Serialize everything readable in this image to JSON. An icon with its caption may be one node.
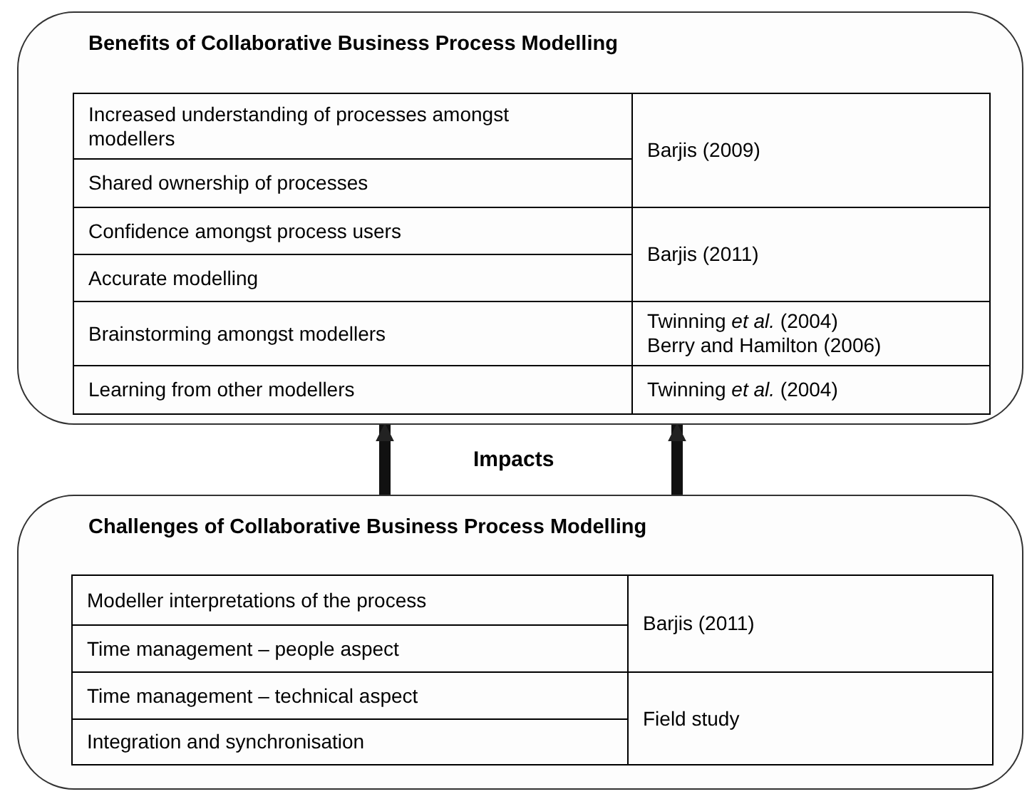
{
  "diagram": {
    "nodes": [
      {
        "text": [
          "Benefits of Collaborative Business Process Modelling"
        ]
      },
      {
        "text": [
          "Challenges of Collaborative Business Process Modelling"
        ]
      }
    ],
    "edges": [
      {
        "from": 1,
        "to": 0,
        "arrow": "to"
      },
      {
        "from": 1,
        "to": 0,
        "arrow": "to"
      }
    ],
    "labels": [
      "Increased understanding of processes amongst modellers",
      "Barjis (2009)",
      "Shared ownership of processes",
      "Confidence amongst process users",
      "Barjis (2011)",
      "Accurate modelling",
      "Brainstorming amongst modellers",
      "Twinning *et al.* (2004)",
      "Berry and Hamilton (2006)",
      "Learning  from other modellers",
      "Twinning *et al.* (2004)",
      "Impacts",
      "Modeller interpretations of the process",
      "Barjis (2011)",
      "Time management  – people aspect",
      "Time management  – technical aspect",
      "Field study",
      "Integration and synchronisation"
    ]
  }
}
